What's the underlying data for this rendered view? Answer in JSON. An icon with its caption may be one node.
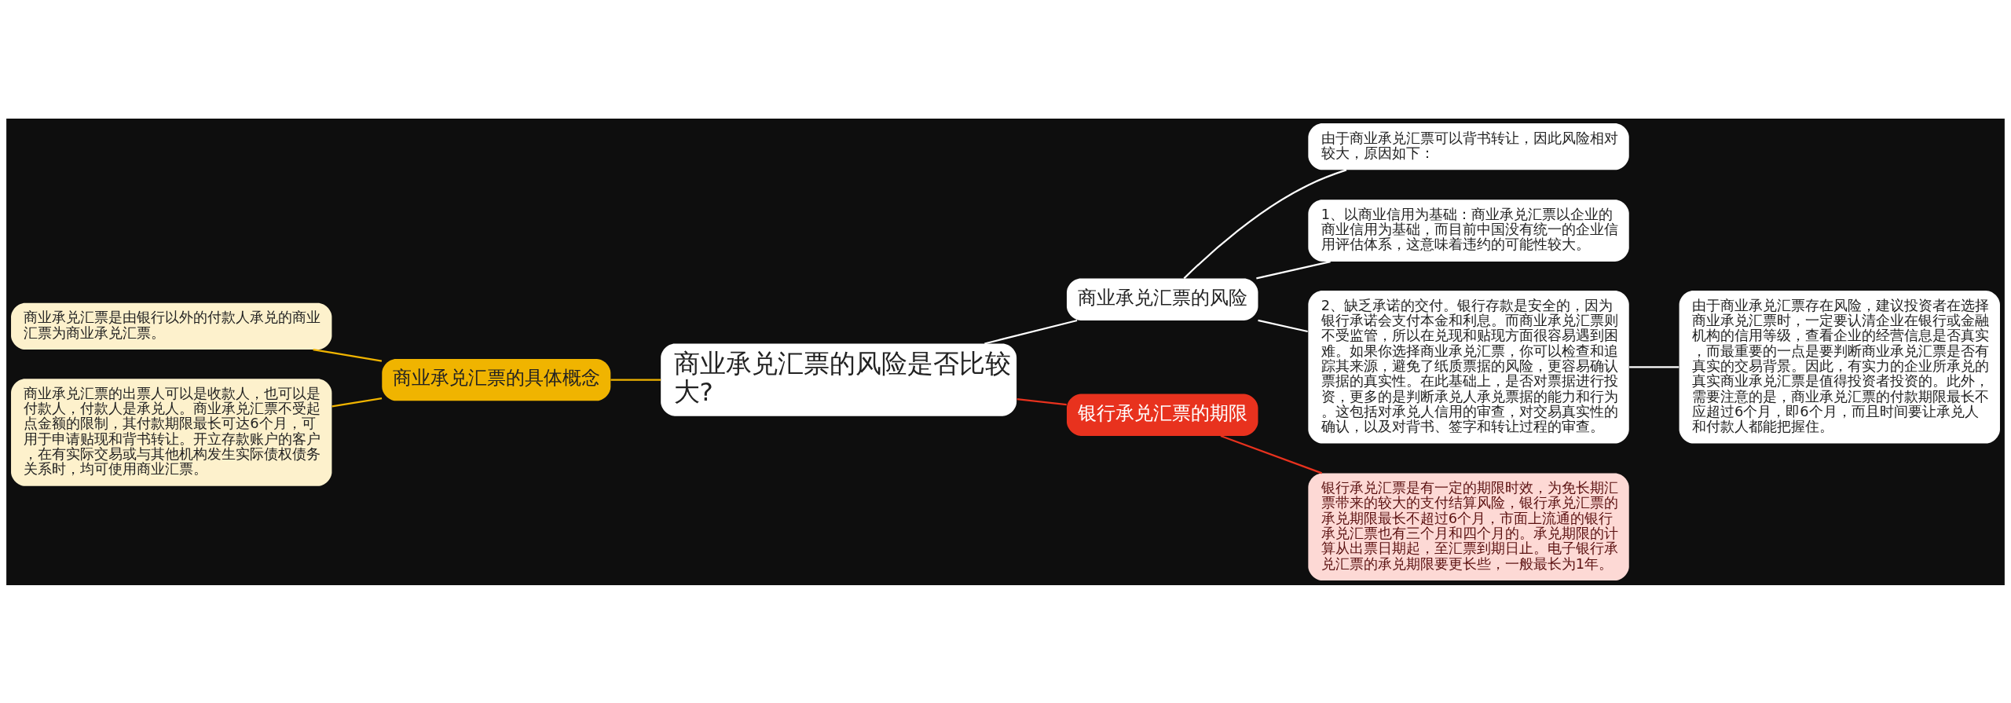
{
  "diagram": {
    "nodes": [
      {
        "text": [
          "商业承兑汇票的风险是否比较大?"
        ]
      },
      {
        "text": [
          "商业承兑汇票的风险"
        ]
      },
      {
        "text": [
          "由于商业承兑汇票可以背书转让，因此风险相对较大，原因如下："
        ]
      },
      {
        "text": [
          "1、以商业信用为基础：商业承兑汇票以企业的商业信用为基础，而目前中国没有统一的企业信用评估体系，这意味着违约的可能性较大。"
        ]
      },
      {
        "text": [
          "2、缺乏承诺的交付。银行存款是安全的，因为银行承诺会支付本金和利息。而商业承兑汇票则不受监管，所以在兑现和贴现方面很容易遇到困难。如果你选择商业承兑汇票，你可以检查和追踪其来源，避免了纸质票据的风险，更容易确认票据的真实性。在此基础上，是否对票据进行投资，更多的是判断承兑人承兑票据的能力和行为。这包括对承兑人信用的审查，对交易真实性的确认，以及对背书、签字和转让过程的审查。"
        ]
      },
      {
        "text": [
          "由于商业承兑汇票存在风险，建议投资者在选择商业承兑汇票时，一定要认清企业在银行或金融机构的信用等级，查看企业的经营信息是否真实，而最重要的一点是要判断商业承兑汇票是否有真实的交易背景。因此，有实力的企业所承兑的真实商业承兑汇票是值得投资者投资的。此外，需要注意的是，商业承兑汇票的付款期限最长不应超过6个月，即6个月，而且时间要让承兑人和付款人都能把握住。"
        ]
      },
      {
        "text": [
          "商业承兑汇票的具体概念"
        ]
      },
      {
        "text": [
          "商业承兑汇票是由银行以外的付款人承兑的商业汇票为商业承兑汇票。"
        ]
      },
      {
        "text": [
          "商业承兑汇票的出票人可以是收款人，也可以是付款人，付款人是承兑人。商业承兑汇票不受起点金额的限制，其付款期限最长可达6个月，可用于申请贴现和背书转让。开立存款账户的客户，在有实际交易或与其他机构发生实际债权债务关系时，均可使用商业汇票。"
        ]
      },
      {
        "text": [
          "银行承兑汇票的期限"
        ]
      },
      {
        "text": [
          "银行承兑汇票是有一定的期限时效，为免长期汇票带来的较大的支付结算风险，银行承兑汇票的承兑期限最长不超过6个月，市面上流通的银行承兑汇票也有三个月和四个月的。承兑期限的计算从出票日期起，至汇票到期日止。电子银行承兑汇票的承兑期限要更长些，一般最长为1年。"
        ]
      }
    ],
    "edges": [
      {
        "from": 0,
        "to": 1,
        "arrow": "none"
      },
      {
        "from": 1,
        "to": 2,
        "arrow": "none"
      },
      {
        "from": 1,
        "to": 3,
        "arrow": "none"
      },
      {
        "from": 1,
        "to": 4,
        "arrow": "none"
      },
      {
        "from": 4,
        "to": 5,
        "arrow": "none"
      },
      {
        "from": 6,
        "to": 0,
        "arrow": "none",
        "color": "#f0b400"
      },
      {
        "from": 7,
        "to": 6,
        "arrow": "none",
        "color": "#f0b400"
      },
      {
        "from": 8,
        "to": 6,
        "arrow": "none",
        "color": "#f0b400"
      },
      {
        "from": 0,
        "to": 9,
        "arrow": "none",
        "color": "#e8321e"
      },
      {
        "from": 9,
        "to": 10,
        "arrow": "none",
        "color": "#e8321e"
      }
    ]
  }
}
